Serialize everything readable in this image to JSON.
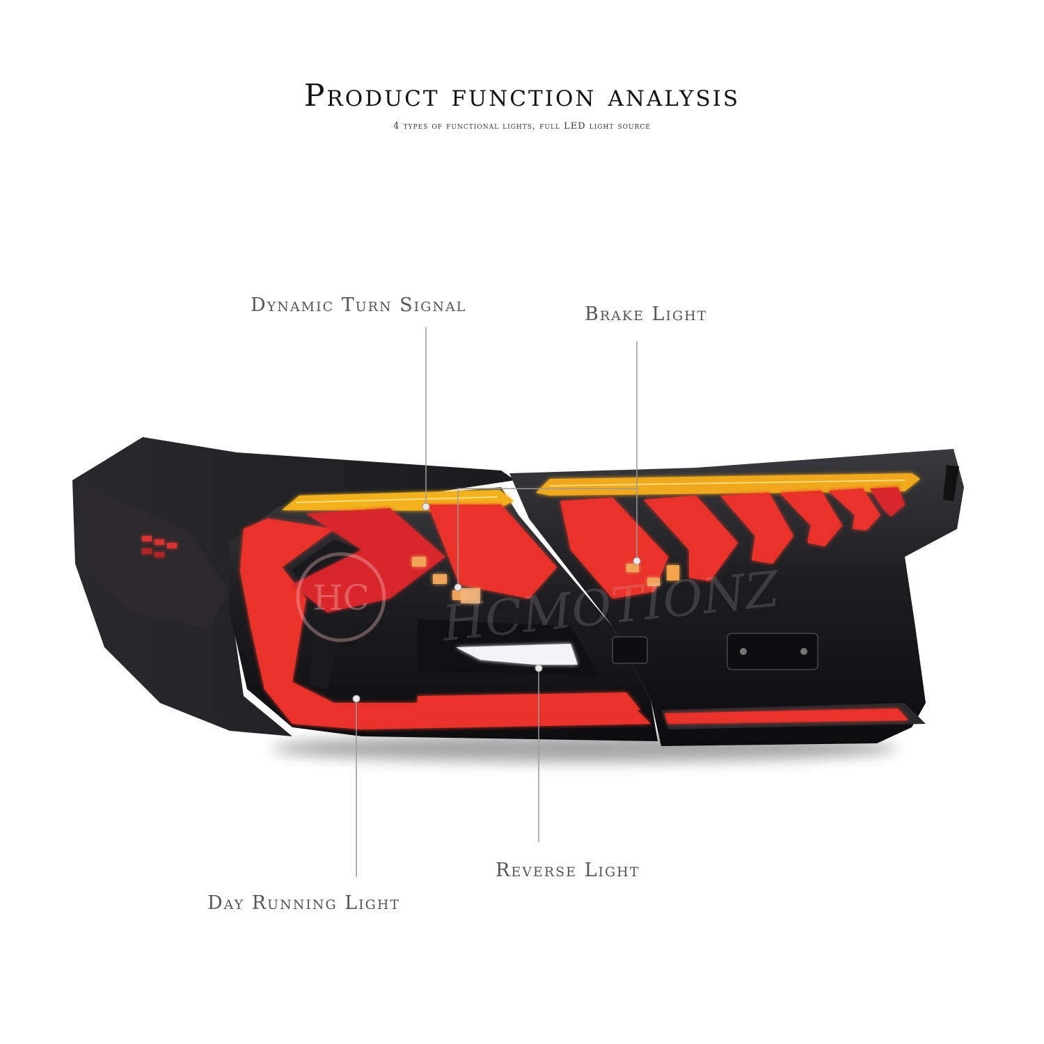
{
  "header": {
    "title": "Product function analysis",
    "subtitle": "4 types of functional lights, full LED light source"
  },
  "callouts": {
    "dynamic_turn_signal": "Dynamic Turn Signal",
    "brake_light": "Brake Light",
    "reverse_light": "Reverse Light",
    "day_running_light": "Day Running Light"
  },
  "colors": {
    "housing": "#1a1a1d",
    "red_led": "#e8302c",
    "amber_led": "#f3b21f",
    "reverse_led": "#f2f4f6",
    "leader_line": "#9a9a9a"
  },
  "logo": {
    "text": "HCMOTIONZ",
    "mark": "HC"
  }
}
